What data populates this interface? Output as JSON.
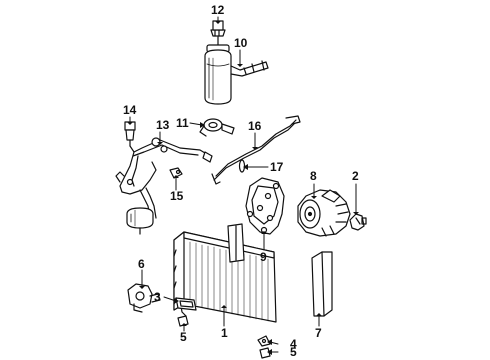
{
  "diagram": {
    "callouts": [
      {
        "id": "c1",
        "label": "1"
      },
      {
        "id": "c2",
        "label": "2"
      },
      {
        "id": "c3",
        "label": "3"
      },
      {
        "id": "c4",
        "label": "4"
      },
      {
        "id": "c5a",
        "label": "5"
      },
      {
        "id": "c5b",
        "label": "5"
      },
      {
        "id": "c6",
        "label": "6"
      },
      {
        "id": "c7",
        "label": "7"
      },
      {
        "id": "c8",
        "label": "8"
      },
      {
        "id": "c9",
        "label": "9"
      },
      {
        "id": "c10",
        "label": "10"
      },
      {
        "id": "c11",
        "label": "11"
      },
      {
        "id": "c12",
        "label": "12"
      },
      {
        "id": "c13",
        "label": "13"
      },
      {
        "id": "c14",
        "label": "14"
      },
      {
        "id": "c15",
        "label": "15"
      },
      {
        "id": "c16",
        "label": "16"
      },
      {
        "id": "c17",
        "label": "17"
      }
    ]
  }
}
